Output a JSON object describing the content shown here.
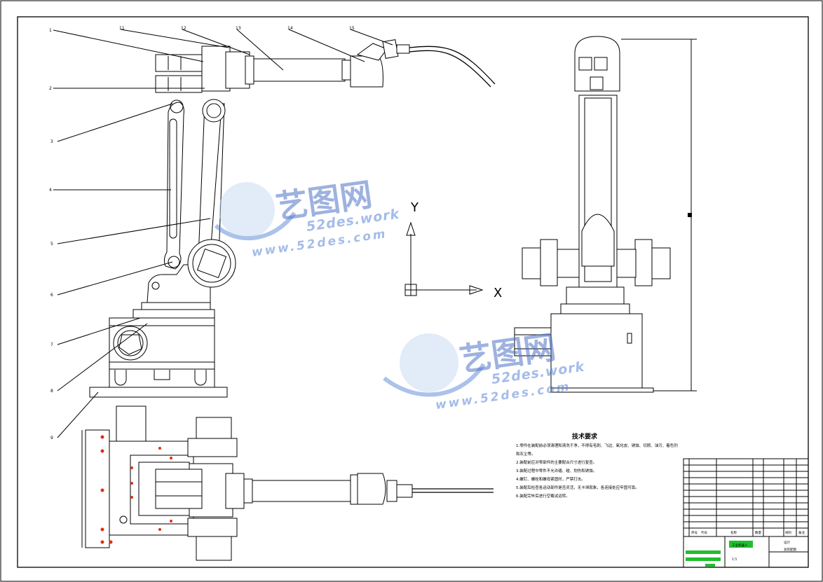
{
  "part_labels": {
    "left_top": [
      "1",
      "2",
      "3",
      "4",
      "5",
      "6",
      "7",
      "8",
      "9"
    ],
    "top_row": [
      "11",
      "12",
      "13",
      "14",
      "15"
    ]
  },
  "axes": {
    "x": "X",
    "y": "Y"
  },
  "watermark": {
    "brand_cn": "艺图网",
    "brand_en": "52des.work",
    "url": "www.52des.com"
  },
  "tech_notes": {
    "title": "技术要求",
    "lines": [
      "1.零件在装配前必须清理和清洗干净，不得有毛刺、飞边、氧化皮、锈蚀、切屑、油污、着色剂",
      "和灰尘等。",
      "2.装配前应对零部件的主要配合尺寸进行复查。",
      "3.装配过程中零件不允许磕、碰、划伤和锈蚀。",
      "4.螺钉、螺栓和螺母紧固时，严禁打击。",
      "5.装配后检查各运动部件是否灵活，无卡滞现象，各连接处应牢固可靠。",
      "6.装配完毕后进行空载试运转。"
    ]
  },
  "title_block": {
    "col_headers": [
      "序号",
      "代号",
      "名称",
      "数量",
      "材料",
      "备注"
    ],
    "drawing_title": "工业机器人",
    "drawing_sub": "总装配图",
    "school": "设计",
    "scale": "1:5"
  },
  "colors": {
    "line": "#000000",
    "watermark": "#4f74c8",
    "hole_marks": "#e03010",
    "title_block_accent": "#1fbf2f"
  }
}
